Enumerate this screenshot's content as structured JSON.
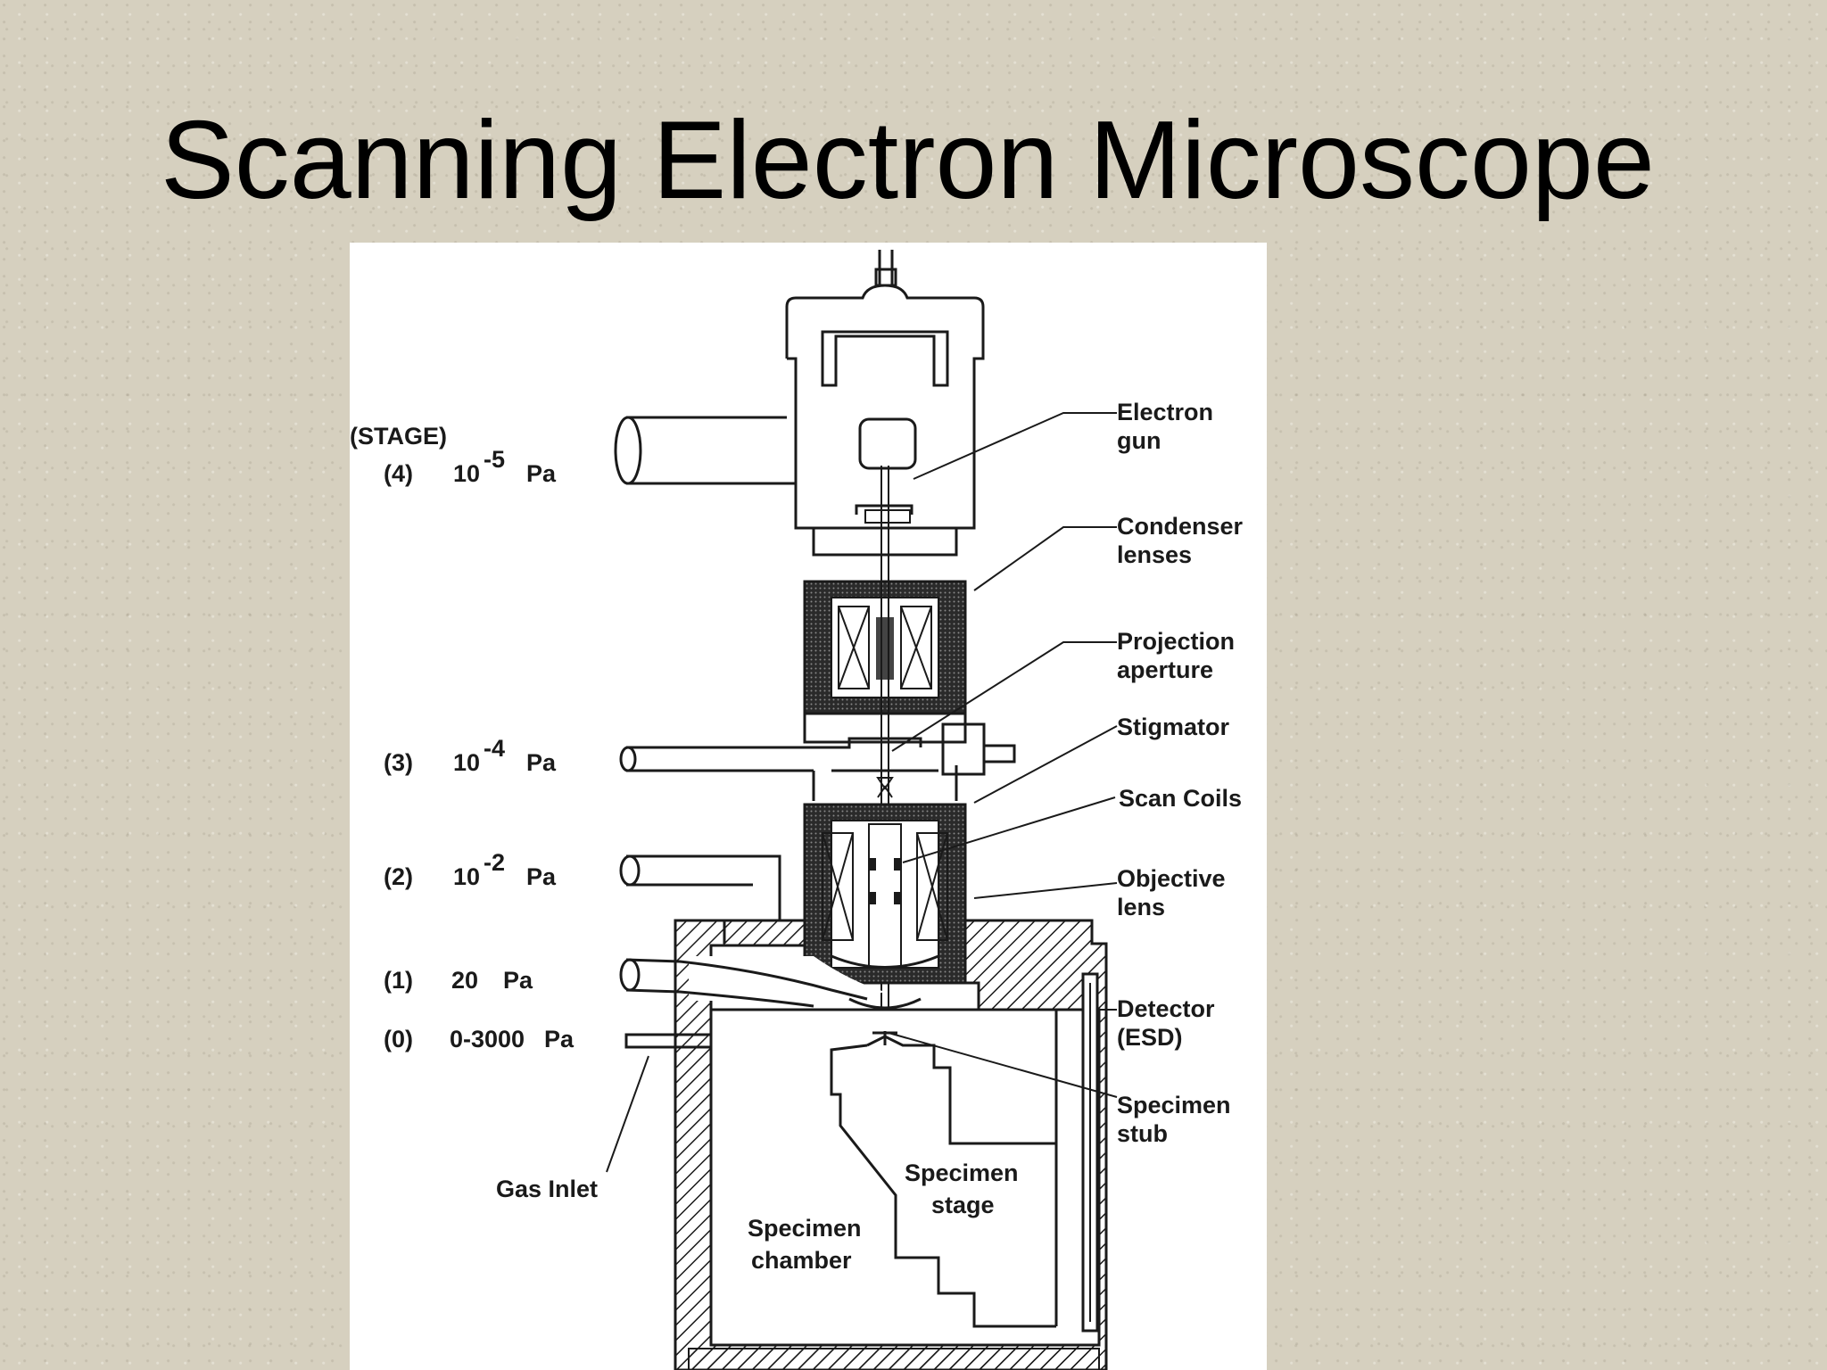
{
  "slide": {
    "title": "Scanning Electron Microscope"
  },
  "diagram": {
    "stage_header": "(STAGE)",
    "stages": [
      {
        "index": "(4)",
        "pressure_base": "10",
        "pressure_exp": "-5",
        "unit": "Pa"
      },
      {
        "index": "(3)",
        "pressure_base": "10",
        "pressure_exp": "-4",
        "unit": "Pa"
      },
      {
        "index": "(2)",
        "pressure_base": "10",
        "pressure_exp": "-2",
        "unit": "Pa"
      },
      {
        "index": "(1)",
        "pressure_text": "20",
        "unit": "Pa"
      },
      {
        "index": "(0)",
        "pressure_text": "0-3000",
        "unit": "Pa"
      }
    ],
    "labels": {
      "electron_gun": [
        "Electron",
        "gun"
      ],
      "condenser_lenses": [
        "Condenser",
        "lenses"
      ],
      "projection_aperture": [
        "Projection",
        "aperture"
      ],
      "stigmator": [
        "Stigmator"
      ],
      "scan_coils": [
        "Scan Coils"
      ],
      "objective_lens": [
        "Objective",
        "lens"
      ],
      "detector": [
        "Detector",
        "(ESD)"
      ],
      "specimen_stub": [
        "Specimen",
        "stub"
      ],
      "specimen_stage": [
        "Specimen",
        "stage"
      ],
      "specimen_chamber": [
        "Specimen",
        "chamber"
      ],
      "gas_inlet": [
        "Gas Inlet"
      ]
    }
  }
}
